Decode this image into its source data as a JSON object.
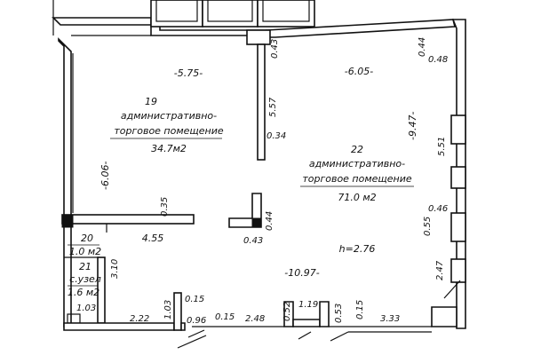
{
  "rooms": [
    {
      "number": "19",
      "name_line1": "административно-",
      "name_line2": "торговое помещение",
      "area": "34.7м2"
    },
    {
      "number": "22",
      "name_line1": "административно-",
      "name_line2": "торговое помещение",
      "area": "71.0 м2"
    },
    {
      "number": "20",
      "area": "1.0 м2"
    },
    {
      "number": "21",
      "name": "с.узел",
      "area": "1.6 м2"
    }
  ],
  "dimensions": {
    "d575": "-5.75-",
    "d605": "-6.05-",
    "d043_top": "0.43",
    "d557": "5.57",
    "d034": "0.34",
    "d044_top": "0.44",
    "d048": "0.48",
    "d947": "-9.47-",
    "d551": "5.51",
    "d606": "-6.06-",
    "d035": "0.35",
    "d044_mid": "0.44",
    "d043_mid": "0.43",
    "d455": "4.55",
    "d046": "0.46",
    "d055": "0.55",
    "h": "h=2.76",
    "d310": "3.10",
    "d1097": "-10.97-",
    "d247": "2.47",
    "d103_left": "1.03",
    "d222": "2.22",
    "d103": "1.03",
    "d015_a": "0.15",
    "d096": "0.96",
    "d015_b": "0.15",
    "d248": "2.48",
    "d052": "0.52",
    "d119": "1.19",
    "d053": "0.53",
    "d015_c": "0.15",
    "d333": "3.33"
  }
}
